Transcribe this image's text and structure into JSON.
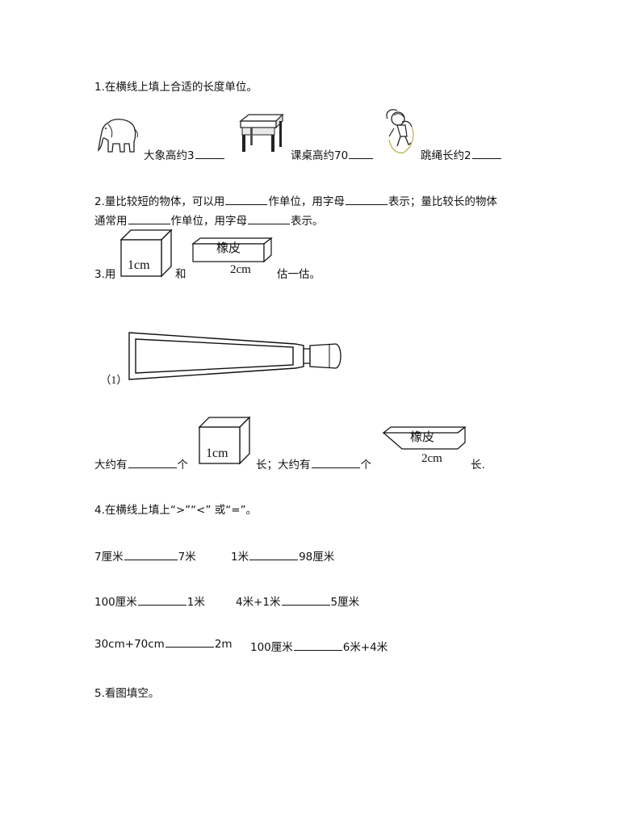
{
  "q1": {
    "title": "1.在横线上填上合适的长度单位。",
    "item1": "大象高约3",
    "item2": "课桌高约70",
    "item3": "跳绳长约2"
  },
  "q2": {
    "line1_a": "2.量比较短的物体，可以用",
    "line1_b": "作单位，用字母",
    "line1_c": "表示；量比较长的物体",
    "line2_a": "通常用",
    "line2_b": "作单位，用字母",
    "line2_c": "表示。"
  },
  "q3": {
    "prefix": "3.用",
    "and": "和",
    "suffix": "估一估。",
    "cube_label": "1cm",
    "eraser_top": "橡皮",
    "eraser_bottom": "2cm",
    "sub_label": "（1）",
    "ans_a": "大约有",
    "ans_b": "个",
    "ans_c": "长；大约有",
    "ans_d": "个",
    "ans_e": "长."
  },
  "q4": {
    "title": "4.在横线上填上“>”“<” 或“=”。",
    "r1": [
      "7厘米",
      "7米",
      "1米",
      "98厘米"
    ],
    "r2": [
      "100厘米",
      "1米",
      "4米+1米",
      "5厘米"
    ],
    "r3": [
      "30cm+70cm",
      "2m",
      "100厘米",
      "6米+4米"
    ]
  },
  "q5": {
    "title": "5.看图填空。"
  }
}
